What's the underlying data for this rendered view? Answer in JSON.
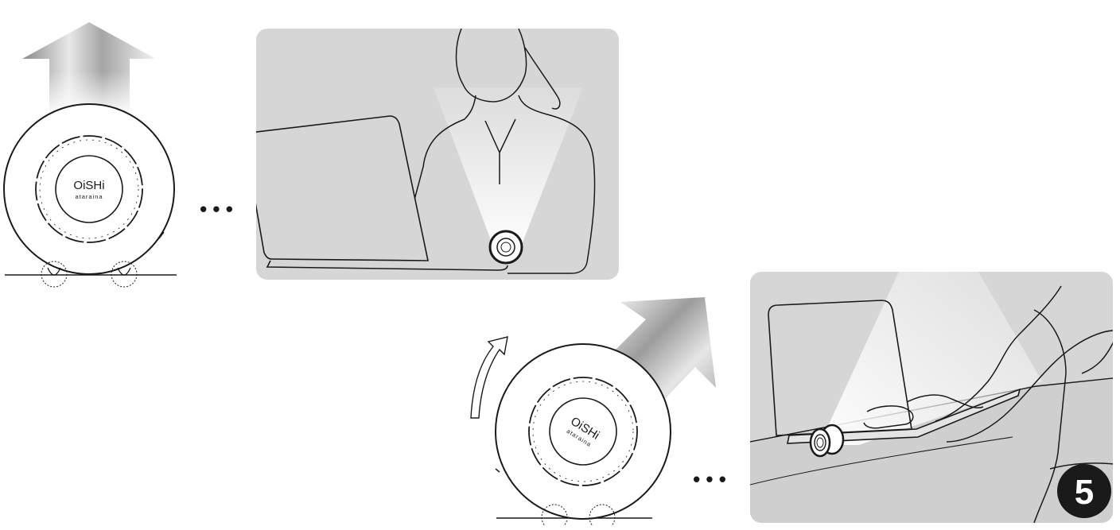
{
  "device": {
    "brand": "OiSHi",
    "sub_brand": "ataraina"
  },
  "step": {
    "number": "5"
  },
  "scenes": [
    {
      "id": "upright",
      "separator": "• • •"
    },
    {
      "id": "tilted",
      "separator": "• • •"
    }
  ],
  "colors": {
    "panel": "#d6d6d6",
    "line": "#1a1a1a",
    "badge": "#1a1a1a",
    "badge_text": "#ffffff"
  },
  "icons": [
    "up-arrow-icon",
    "diagonal-arrow-icon",
    "rotate-arrow-icon",
    "ellipsis-icon"
  ]
}
